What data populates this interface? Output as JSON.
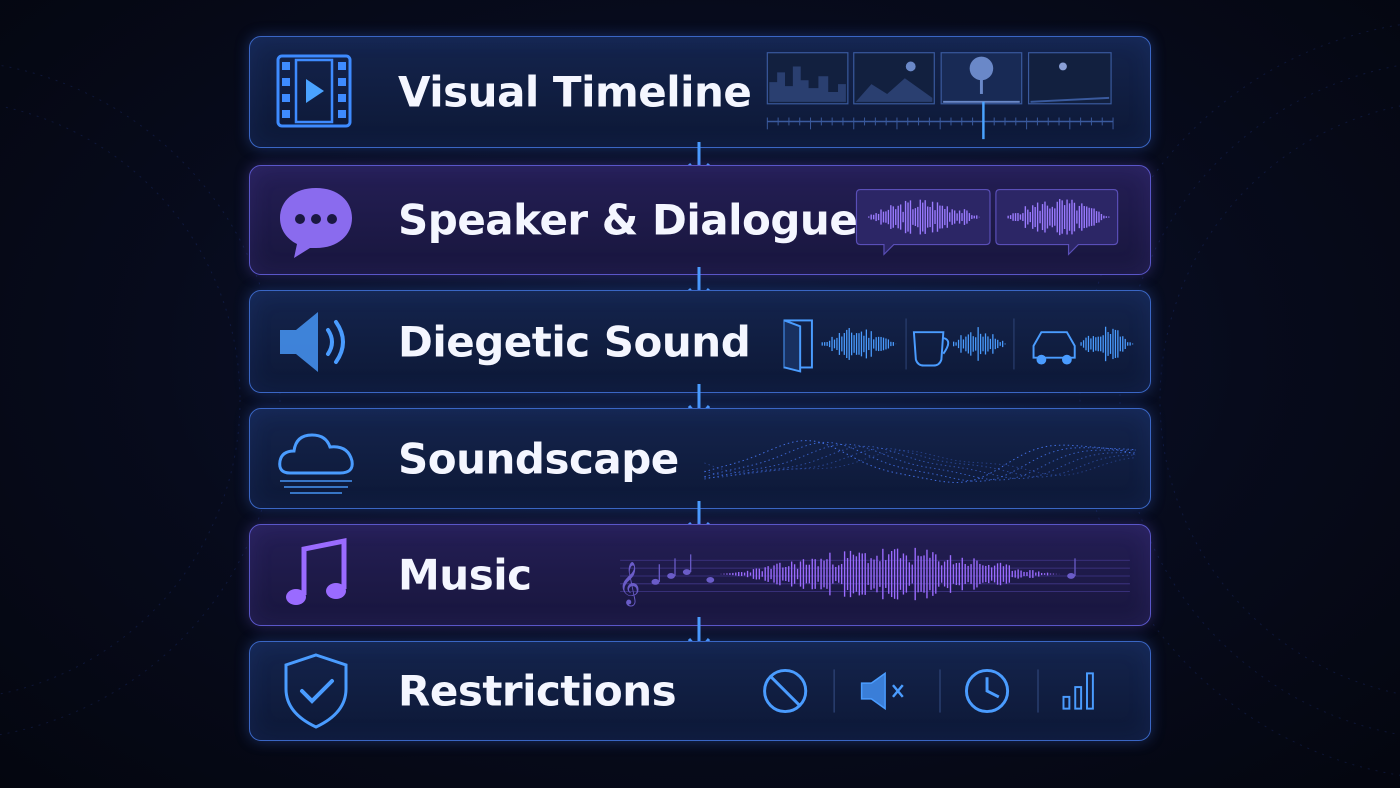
{
  "rows": [
    {
      "title": "Visual Timeline",
      "icon": "film-play-icon"
    },
    {
      "title": "Speaker & Dialogue",
      "icon": "chat-bubble-icon"
    },
    {
      "title": "Diegetic Sound",
      "icon": "speaker-icon"
    },
    {
      "title": "Soundscape",
      "icon": "cloud-icon"
    },
    {
      "title": "Music",
      "icon": "music-note-icon"
    },
    {
      "title": "Restrictions",
      "icon": "shield-check-icon"
    }
  ],
  "colors": {
    "accent_blue": "#4a9cff",
    "accent_purple": "#9a6bff",
    "text": "#f4f6ff"
  }
}
